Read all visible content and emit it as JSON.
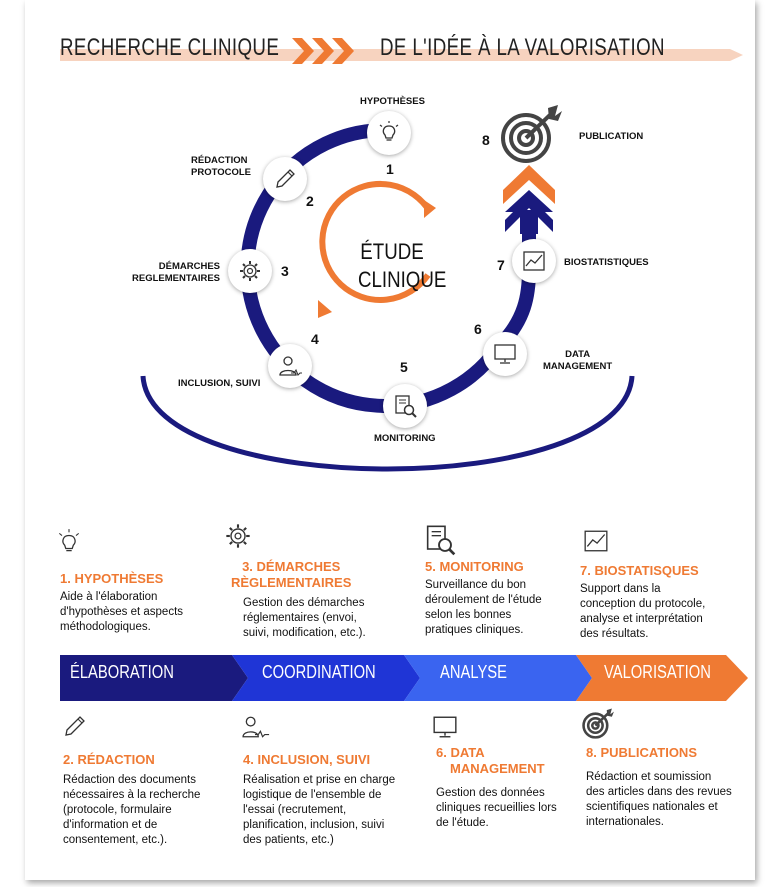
{
  "header": {
    "left": "RECHERCHE CLINIQUE",
    "right": "DE L'IDÉE À LA VALORISATION"
  },
  "center": {
    "line1": "ÉTUDE",
    "line2": "CLINIQUE"
  },
  "steps": [
    {
      "num": "1",
      "label": "HYPOTHÈSES",
      "icon": "lightbulb-icon"
    },
    {
      "num": "2",
      "label_l1": "RÉDACTION",
      "label_l2": "PROTOCOLE",
      "icon": "pencil-icon"
    },
    {
      "num": "3",
      "label_l1": "DÉMARCHES",
      "label_l2": "REGLEMENTAIRES",
      "icon": "gears-icon"
    },
    {
      "num": "4",
      "label": "INCLUSION, SUIVI",
      "icon": "patient-icon"
    },
    {
      "num": "5",
      "label": "MONITORING",
      "icon": "document-search-icon"
    },
    {
      "num": "6",
      "label_l1": "DATA",
      "label_l2": "MANAGEMENT",
      "icon": "monitor-icon"
    },
    {
      "num": "7",
      "label": "BIOSTATISTIQUES",
      "icon": "chart-icon"
    },
    {
      "num": "8",
      "label": "PUBLICATION",
      "icon": "target-icon"
    }
  ],
  "phases": [
    "ÉLABORATION",
    "COORDINATION",
    "ANALYSE",
    "VALORISATION"
  ],
  "colors": {
    "navy": "#1a1a7e",
    "orange": "#ef7a33",
    "blue": "#1f35d6",
    "light_orange": "#f7d3bf"
  },
  "top_sections": [
    {
      "title": "1. HYPOTHÈSES",
      "lines": [
        "Aide à l'élaboration",
        "d'hypothèses et aspects",
        "méthodologiques."
      ]
    },
    {
      "title_l1": "3. DÉMARCHES",
      "title_l2": "RÈGLEMENTAIRES",
      "lines": [
        "Gestion des démarches",
        "réglementaires (envoi,",
        "suivi, modification, etc.)."
      ]
    },
    {
      "title": "5. MONITORING",
      "lines": [
        "Surveillance du bon",
        "déroulement de l'étude",
        "selon les bonnes",
        "pratiques cliniques."
      ]
    },
    {
      "title": "7. BIOSTATISQUES",
      "lines": [
        "Support dans la",
        "conception du protocole,",
        "analyse et interprétation",
        "des résultats."
      ]
    }
  ],
  "bottom_sections": [
    {
      "title": "2. RÉDACTION",
      "lines": [
        "Rédaction des documents",
        "nécessaires à la recherche",
        "(protocole, formulaire",
        "d'information et de",
        "consentement, etc.)."
      ]
    },
    {
      "title": "4. INCLUSION, SUIVI",
      "lines": [
        "Réalisation et prise en charge",
        "logistique de l'ensemble de",
        "l'essai (recrutement,",
        "planification, inclusion, suivi",
        "des patients, etc.)"
      ]
    },
    {
      "title_l1": "6. DATA",
      "title_l2": "MANAGEMENT",
      "lines": [
        "Gestion des données",
        "cliniques recueillies lors",
        "de l'étude."
      ]
    },
    {
      "title": "8. PUBLICATIONS",
      "lines": [
        "Rédaction et soumission",
        "des articles dans des revues",
        "scientifiques nationales et",
        "internationales."
      ]
    }
  ]
}
